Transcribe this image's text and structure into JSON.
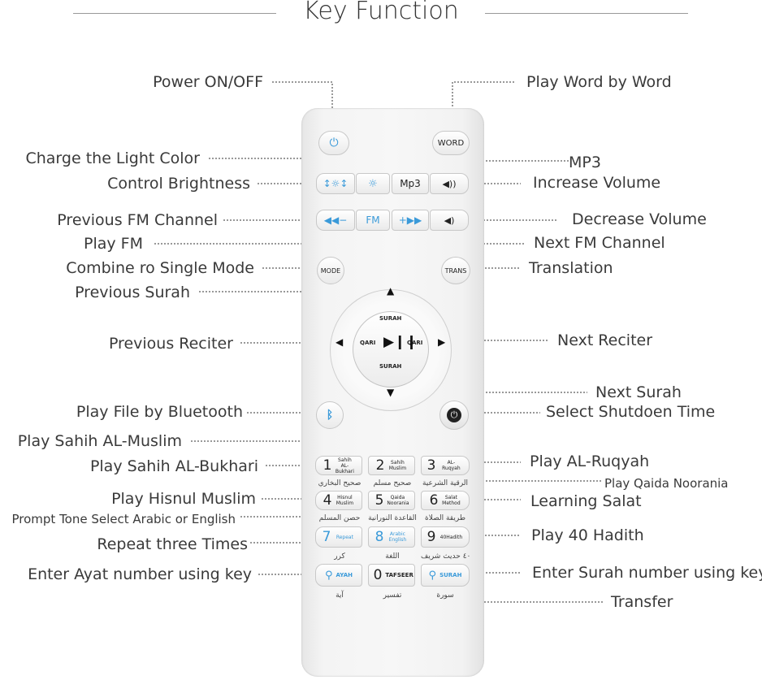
{
  "title": "Key Function",
  "labels": {
    "power": "Power ON/OFF",
    "word_by_word": "Play Word by Word",
    "charge_light": "Charge the Light Color",
    "mp3": "MP3",
    "brightness": "Control Brightness",
    "increase_volume": "Increase Volume",
    "prev_fm": "Previous FM Channel",
    "decrease_volume": "Decrease Volume",
    "play_fm": "Play FM",
    "next_fm": "Next FM Channel",
    "combine_mode": "Combine ro Single Mode",
    "translation": "Translation",
    "prev_surah": "Previous Surah",
    "prev_reciter": "Previous Reciter",
    "next_reciter": "Next Reciter",
    "next_surah": "Next Surah",
    "bluetooth": "Play File by Bluetooth",
    "shutdown": "Select Shutdoen Time",
    "sahih_muslim": "Play Sahih AL-Muslim",
    "ruqyah": "Play AL-Ruqyah",
    "sahih_bukhari": "Play Sahih AL-Bukhari",
    "qaida": "Play Qaida Noorania",
    "hisnul": "Play Hisnul Muslim",
    "salat": "Learning Salat",
    "prompt_tone": "Prompt Tone Select Arabic or English",
    "repeat": "Repeat three Times",
    "hadith": "Play 40 Hadith",
    "ayat": "Enter Ayat number using key",
    "surah_number": "Enter Surah number using key",
    "transfer": "Transfer"
  },
  "remote": {
    "word": "WORD",
    "mp3": "Mp3",
    "fm": "FM",
    "mode": "MODE",
    "trans": "TRANS",
    "surah_top": "SURAH",
    "surah_bottom": "SURAH",
    "qari_left": "QARI",
    "qari_right": "QARI",
    "keys": [
      {
        "n": "1",
        "t": "Sahih AL-Bukhari"
      },
      {
        "n": "2",
        "t": "Sahih Muslim"
      },
      {
        "n": "3",
        "t": "AL-Ruqyah"
      },
      {
        "n": "4",
        "t": "Hisnul Muslim"
      },
      {
        "n": "5",
        "t": "Qaida Noorania"
      },
      {
        "n": "6",
        "t": "Salat Method"
      },
      {
        "n": "7",
        "t": "Repeat"
      },
      {
        "n": "8",
        "t": "Arabic English"
      },
      {
        "n": "9",
        "t": "40Hadith"
      },
      {
        "n": "0",
        "t": "TAFSEER"
      }
    ],
    "ayah": "AYAH",
    "surah": "SURAH",
    "arabic": {
      "r1_1": "صحيح البخاري",
      "r1_2": "صحيح مسلم",
      "r1_3": "الرقية الشرعية",
      "r2_1": "حصن المسلم",
      "r2_2": "القاعدة النورانية",
      "r2_3": "طريقة الصلاة",
      "r3_1": "كرر",
      "r3_2": "اللغة",
      "r3_3": "٤٠ حديث شريف",
      "r4_1": "آية",
      "r4_2": "تفسير",
      "r4_3": "سورة"
    }
  },
  "colors": {
    "accent": "#3a9ad9",
    "leader": "#333333"
  },
  "icons": [
    "power-icon",
    "brightness-icon",
    "bulb-icon",
    "volume-up-icon",
    "prev-fm-icon",
    "next-fm-icon",
    "volume-down-icon",
    "play-pause-icon",
    "bluetooth-icon",
    "timer-icon",
    "search-icon",
    "arrow-up-icon",
    "arrow-down-icon",
    "arrow-left-icon",
    "arrow-right-icon"
  ]
}
